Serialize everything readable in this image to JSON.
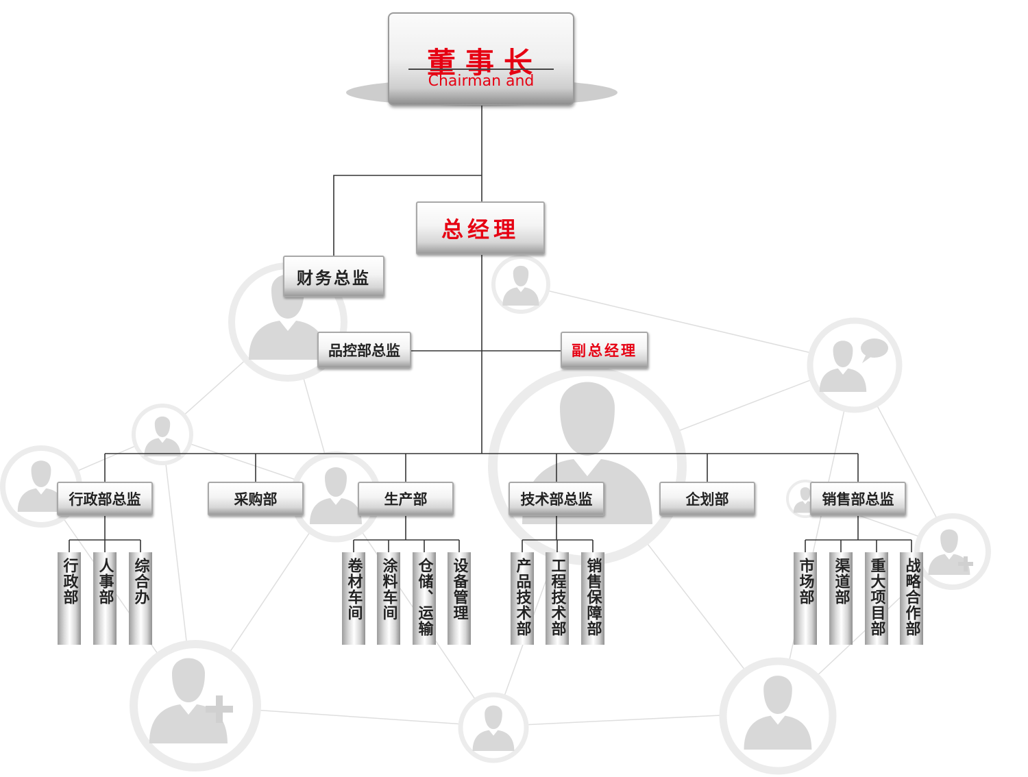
{
  "chairman": {
    "title": "董事长",
    "subtitle": "Chairman and"
  },
  "general_manager": "总经理",
  "finance_director": "财务总监",
  "qc_director": "品控部总监",
  "deputy_gm": "副总经理",
  "departments": [
    {
      "name": "行政部总监",
      "subs": [
        "行政部",
        "人事部",
        "综合办"
      ]
    },
    {
      "name": "采购部",
      "subs": []
    },
    {
      "name": "生产部",
      "subs": [
        "卷材车间",
        "涂料车间",
        "仓储、运输",
        "设备管理"
      ]
    },
    {
      "name": "技术部总监",
      "subs": [
        "产品技术部",
        "工程技术部",
        "销售保障部"
      ]
    },
    {
      "name": "企划部",
      "subs": []
    },
    {
      "name": "销售部总监",
      "subs": [
        "市场部",
        "渠道部",
        "重大项目部",
        "战略合作部"
      ]
    }
  ],
  "colors": {
    "accent": "#e60012",
    "line": "#333333",
    "background_icon": "#d9d9d9"
  },
  "background_icons": [
    "person-icon",
    "person-speech-icon",
    "person-add-icon"
  ]
}
